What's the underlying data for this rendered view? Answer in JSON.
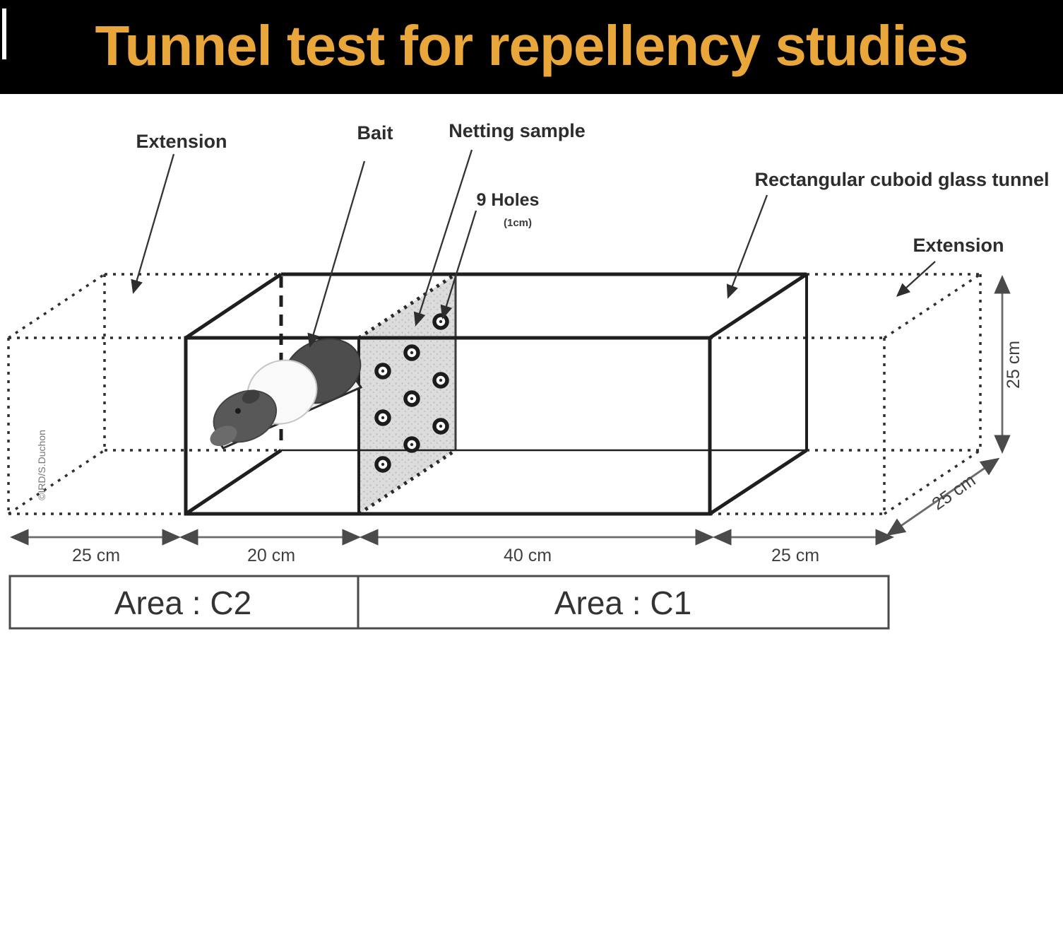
{
  "header": {
    "title": "Tunnel test for repellency studies"
  },
  "labels": {
    "extension_left": "Extension",
    "bait": "Bait",
    "netting_sample": "Netting sample",
    "nine_holes": "9 Holes",
    "hole_size": "(1cm)",
    "glass_tunnel": "Rectangular cuboid glass tunnel",
    "extension_right": "Extension"
  },
  "dimensions": {
    "left_extension_length": "25 cm",
    "bait_chamber_length": "20 cm",
    "main_chamber_length": "40 cm",
    "right_extension_length": "25 cm",
    "tunnel_height": "25 cm",
    "tunnel_depth": "25 cm"
  },
  "areas": {
    "c2_label": "Area : C2",
    "c1_label": "Area : C1"
  },
  "netting": {
    "holes_count": 9
  },
  "credit": "©IRD/S.Duchon",
  "colors": {
    "title_bg": "#000000",
    "title_text": "#E9A63B",
    "line": "#2e2e2e",
    "netting_fill": "#DCDCDC",
    "dimension_line": "#6b6b6b"
  }
}
